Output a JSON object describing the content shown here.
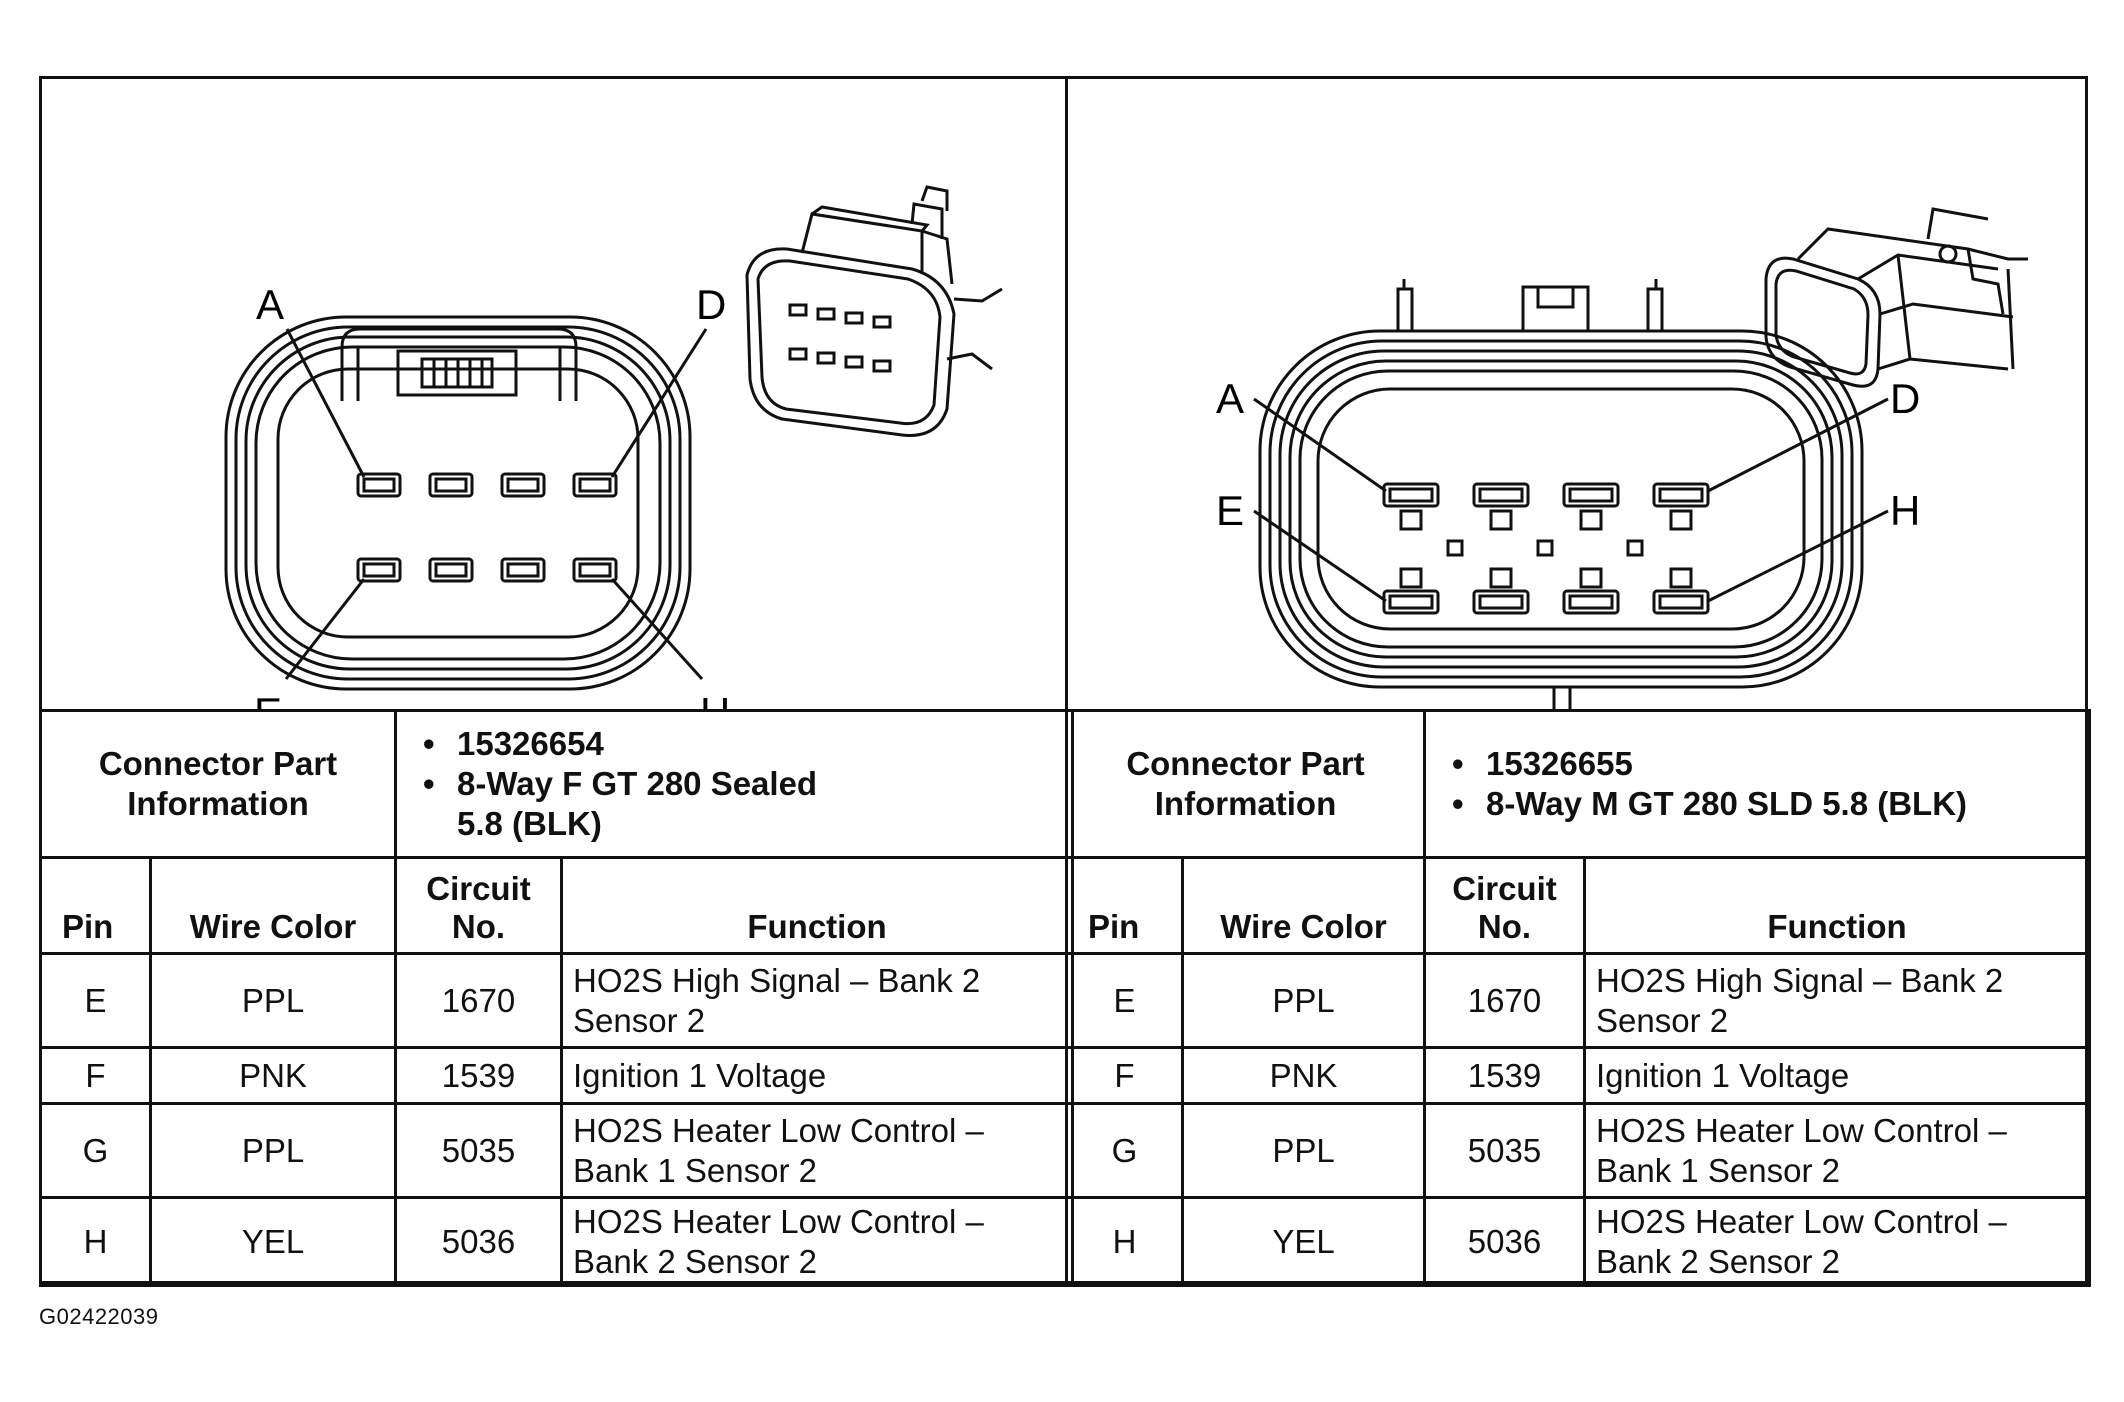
{
  "figure_id": "G02422039",
  "left": {
    "pin_labels": {
      "a": "A",
      "d": "D",
      "e": "E",
      "h": "H"
    },
    "cpi_label_1": "Connector Part",
    "cpi_label_2": "Information",
    "part_number": "15326654",
    "part_desc_1": "8-Way F GT 280 Sealed",
    "part_desc_2": "5.8 (BLK)",
    "headers": {
      "pin": "Pin",
      "wire": "Wire Color",
      "circuit_1": "Circuit",
      "circuit_2": "No.",
      "function": "Function"
    },
    "rows": [
      {
        "pin": "E",
        "wire": "PPL",
        "circuit": "1670",
        "fn1": "HO2S High Signal – Bank 2",
        "fn2": "Sensor 2"
      },
      {
        "pin": "F",
        "wire": "PNK",
        "circuit": "1539",
        "fn1": "Ignition 1 Voltage",
        "fn2": ""
      },
      {
        "pin": "G",
        "wire": "PPL",
        "circuit": "5035",
        "fn1": "HO2S Heater Low Control –",
        "fn2": "Bank 1 Sensor 2"
      },
      {
        "pin": "H",
        "wire": "YEL",
        "circuit": "5036",
        "fn1": "HO2S Heater Low Control –",
        "fn2": "Bank 2 Sensor 2"
      }
    ]
  },
  "right": {
    "pin_labels": {
      "a": "A",
      "d": "D",
      "e": "E",
      "h": "H"
    },
    "cpi_label_1": "Connector Part",
    "cpi_label_2": "Information",
    "part_number": "15326655",
    "part_desc_1": "8-Way M GT 280 SLD 5.8 (BLK)",
    "headers": {
      "pin": "Pin",
      "wire": "Wire Color",
      "circuit_1": "Circuit",
      "circuit_2": "No.",
      "function": "Function"
    },
    "rows": [
      {
        "pin": "E",
        "wire": "PPL",
        "circuit": "1670",
        "fn1": "HO2S High Signal – Bank 2",
        "fn2": "Sensor 2"
      },
      {
        "pin": "F",
        "wire": "PNK",
        "circuit": "1539",
        "fn1": "Ignition 1 Voltage",
        "fn2": ""
      },
      {
        "pin": "G",
        "wire": "PPL",
        "circuit": "5035",
        "fn1": "HO2S Heater Low Control –",
        "fn2": "Bank 1 Sensor 2"
      },
      {
        "pin": "H",
        "wire": "YEL",
        "circuit": "5036",
        "fn1": "HO2S Heater Low Control –",
        "fn2": "Bank 2 Sensor 2"
      }
    ]
  }
}
